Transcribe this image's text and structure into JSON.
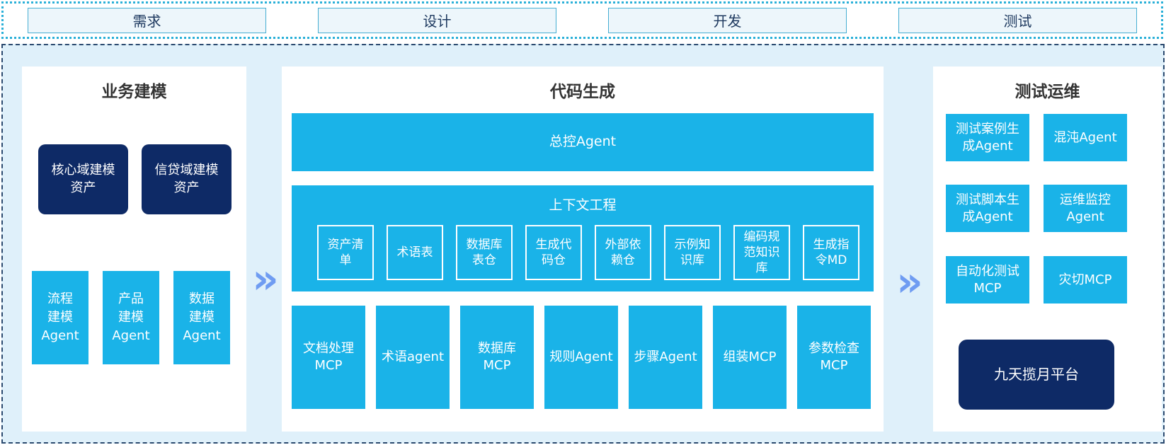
{
  "colors": {
    "cyan_box": "#1AB3E8",
    "navy_box": "#0E2A66",
    "canvas_bg": "#DFF0FA",
    "panel_bg": "#FFFFFF",
    "arrow_blue": "#6F9CF2",
    "strip_dotted_border": "#2AB0D8",
    "canvas_dashed_border": "#2B4A6F",
    "phase_box_bg": "#EDF6FB",
    "phase_box_border": "#46AED2",
    "phase_text": "#1F3A60",
    "title_text": "#333333"
  },
  "phase_bar": {
    "items": [
      {
        "label": "需求"
      },
      {
        "label": "设计"
      },
      {
        "label": "开发"
      },
      {
        "label": "测试"
      }
    ]
  },
  "arrow": {
    "glyph": "»"
  },
  "panels": {
    "business_modeling": {
      "title": "业务建模",
      "asset_boxes": [
        {
          "label": "核心域建模\n资产"
        },
        {
          "label": "信贷域建模\n资产"
        }
      ],
      "agent_boxes": [
        {
          "label": "流程\n建模\nAgent"
        },
        {
          "label": "产品\n建模\nAgent"
        },
        {
          "label": "数据\n建模\nAgent"
        }
      ]
    },
    "code_generation": {
      "title": "代码生成",
      "master_agent_label": "总控Agent",
      "context_engineering": {
        "title": "上下文工程",
        "items": [
          {
            "label": "资产清\n单"
          },
          {
            "label": "术语表"
          },
          {
            "label": "数据库\n表仓"
          },
          {
            "label": "生成代\n码仓"
          },
          {
            "label": "外部依\n赖仓"
          },
          {
            "label": "示例知\n识库"
          },
          {
            "label": "编码规\n范知识\n库"
          },
          {
            "label": "生成指\n令MD"
          }
        ]
      },
      "tool_boxes": [
        {
          "label": "文档处理\nMCP"
        },
        {
          "label": "术语agent"
        },
        {
          "label": "数据库\nMCP"
        },
        {
          "label": "规则Agent"
        },
        {
          "label": "步骤Agent"
        },
        {
          "label": "组装MCP"
        },
        {
          "label": "参数检查\nMCP"
        }
      ]
    },
    "test_ops": {
      "title": "测试运维",
      "boxes": [
        {
          "label": "测试案例生\n成Agent"
        },
        {
          "label": "混沌Agent"
        },
        {
          "label": "测试脚本生\n成Agent"
        },
        {
          "label": "运维监控\nAgent"
        },
        {
          "label": "自动化测试\nMCP"
        },
        {
          "label": "灾切MCP"
        }
      ],
      "platform_label": "九天揽月平台"
    }
  }
}
